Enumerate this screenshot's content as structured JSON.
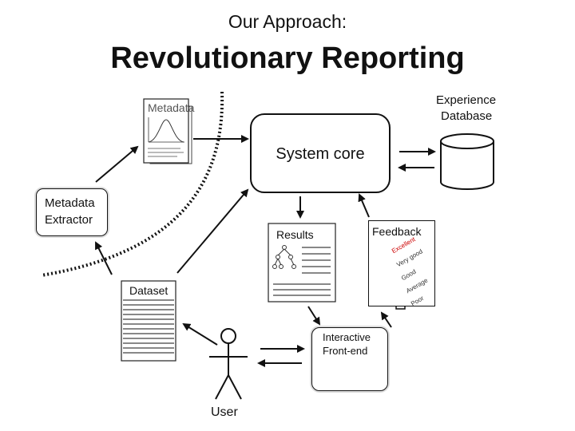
{
  "header": {
    "subtitle": "Our Approach:",
    "title": "Revolutionary Reporting"
  },
  "nodes": {
    "metadata": "Metadata",
    "metadata_extractor": [
      "Metadata",
      "Extractor"
    ],
    "dataset": "Dataset",
    "system_core": "System core",
    "experience_database": [
      "Experience",
      "Database"
    ],
    "results": "Results",
    "feedback": "Feedback",
    "feedback_options": [
      "Excellent",
      "Very good",
      "Good",
      "Average",
      "Poor"
    ],
    "interactive_frontend": [
      "Interactive",
      "Front-end"
    ],
    "user": "User"
  }
}
